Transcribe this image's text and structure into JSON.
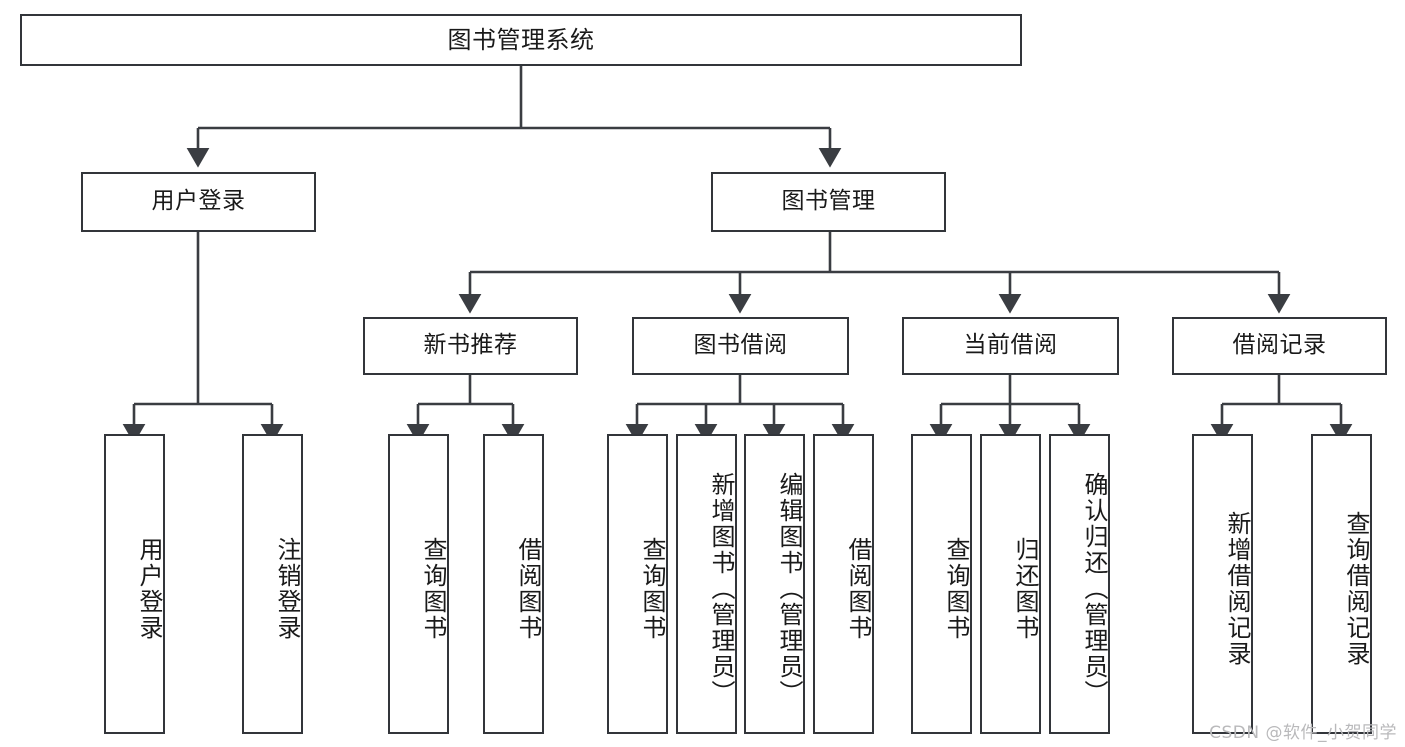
{
  "diagram": {
    "title": "图书管理系统",
    "type": "tree-hierarchy-diagram",
    "colors": {
      "box_border": "#32353a",
      "box_fill": "#ffffff",
      "edge": "#3a3d42",
      "text": "#1a1a1a",
      "watermark": "#b9b9bb",
      "background": "#ffffff"
    },
    "levels": {
      "level1": [
        "图书管理系统"
      ],
      "level2": [
        "用户登录",
        "图书管理"
      ],
      "level3": [
        "新书推荐",
        "图书借阅",
        "当前借阅",
        "借阅记录"
      ],
      "level4": [
        "用户登录",
        "注销登录",
        "查询图书",
        "借阅图书",
        "查询图书",
        "新增图书（管理员）",
        "编辑图书（管理员）",
        "借阅图书",
        "查询图书",
        "归还图书",
        "确认归还（管理员）",
        "新增借阅记录",
        "查询借阅记录"
      ]
    }
  },
  "nodes": {
    "root": {
      "label": "图书管理系统"
    },
    "user_login": {
      "label": "用户登录"
    },
    "book_mgmt": {
      "label": "图书管理"
    },
    "new_book_rec": {
      "label": "新书推荐"
    },
    "book_borrow": {
      "label": "图书借阅"
    },
    "current_borrow": {
      "label": "当前借阅"
    },
    "borrow_record": {
      "label": "借阅记录"
    },
    "leaf_user_login": {
      "label": "用户登录"
    },
    "leaf_logout": {
      "label": "注销登录"
    },
    "leaf_query_book_1": {
      "label": "查询图书"
    },
    "leaf_borrow_book_1": {
      "label": "借阅图书"
    },
    "leaf_query_book_2": {
      "label": "查询图书"
    },
    "leaf_add_book": {
      "label": "新增图书（管理员）"
    },
    "leaf_edit_book": {
      "label": "编辑图书（管理员）"
    },
    "leaf_borrow_book_2": {
      "label": "借阅图书"
    },
    "leaf_query_book_3": {
      "label": "查询图书"
    },
    "leaf_return_book": {
      "label": "归还图书"
    },
    "leaf_confirm_return": {
      "label": "确认归还（管理员）"
    },
    "leaf_add_record": {
      "label": "新增借阅记录"
    },
    "leaf_query_record": {
      "label": "查询借阅记录"
    }
  },
  "watermark": {
    "text": "CSDN @软件_小贺同学"
  }
}
